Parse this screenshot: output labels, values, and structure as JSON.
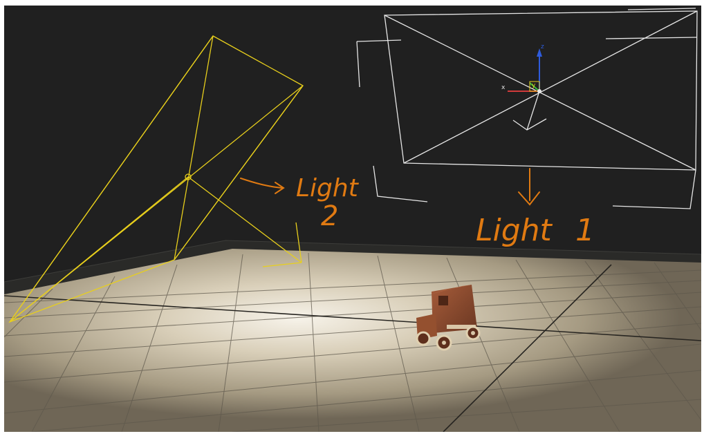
{
  "viewport": {
    "background": "#202020",
    "floor_color": "#b5a88e",
    "grid_color": "#4a4a44"
  },
  "light1": {
    "label_line1": "Light",
    "label_line2": "1",
    "color": "#e6e6e6"
  },
  "light2": {
    "label_line1": "Light",
    "label_line2": "2",
    "color": "#e8cf1c"
  },
  "annotation_color": "#e07a12",
  "gizmo": {
    "x_label": "x",
    "y_label": "y",
    "z_label": "z",
    "x_color": "#d23b3b",
    "y_color": "#3bbf3b",
    "z_color": "#2e5bdc"
  },
  "model": {
    "name_icon": "toy-truck-icon",
    "color": "#8a4a2e"
  }
}
